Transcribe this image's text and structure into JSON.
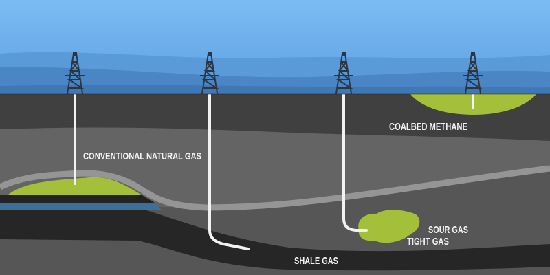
{
  "labels": {
    "conventional": "CONVENTIONAL NATURAL GAS",
    "coalbed": "COALBED METHANE",
    "sour": "SOUR GAS",
    "tight": "TIGHT GAS",
    "shale": "SHALE GAS"
  },
  "colors": {
    "sky_top": "#74b6f2",
    "sky_bottom": "#4f8fd0",
    "gas": "#a4bf3a",
    "water": "#3e6f99",
    "well": "#f2f2f2",
    "shale": "#262626"
  }
}
